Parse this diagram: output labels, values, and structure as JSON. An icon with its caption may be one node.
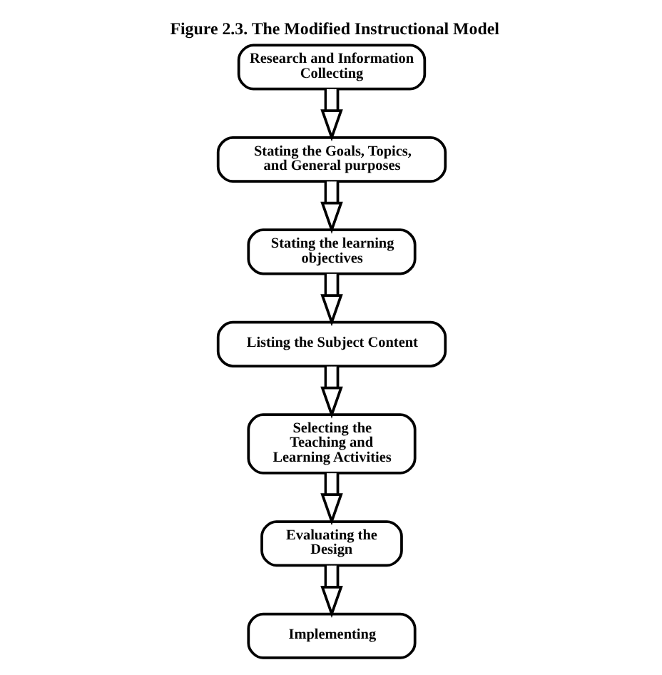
{
  "diagram": {
    "title": "Figure 2.3. The Modified Instructional Model",
    "nodes": [
      {
        "text": [
          "Research and Information Collecting"
        ]
      },
      {
        "text": [
          "Stating the Goals, Topics, and General purposes"
        ]
      },
      {
        "text": [
          "Stating the learning objectives"
        ]
      },
      {
        "text": [
          "Listing the Subject Content"
        ]
      },
      {
        "text": [
          "Selecting the Teaching and Learning Activities"
        ]
      },
      {
        "text": [
          "Evaluating the Design"
        ]
      },
      {
        "text": [
          "Implementing"
        ]
      }
    ],
    "edges": [
      {
        "from": 0,
        "to": 1,
        "arrow": "to"
      },
      {
        "from": 1,
        "to": 2,
        "arrow": "to"
      },
      {
        "from": 2,
        "to": 3,
        "arrow": "to"
      },
      {
        "from": 3,
        "to": 4,
        "arrow": "to"
      },
      {
        "from": 4,
        "to": 5,
        "arrow": "to"
      },
      {
        "from": 5,
        "to": 6,
        "arrow": "to"
      }
    ]
  }
}
